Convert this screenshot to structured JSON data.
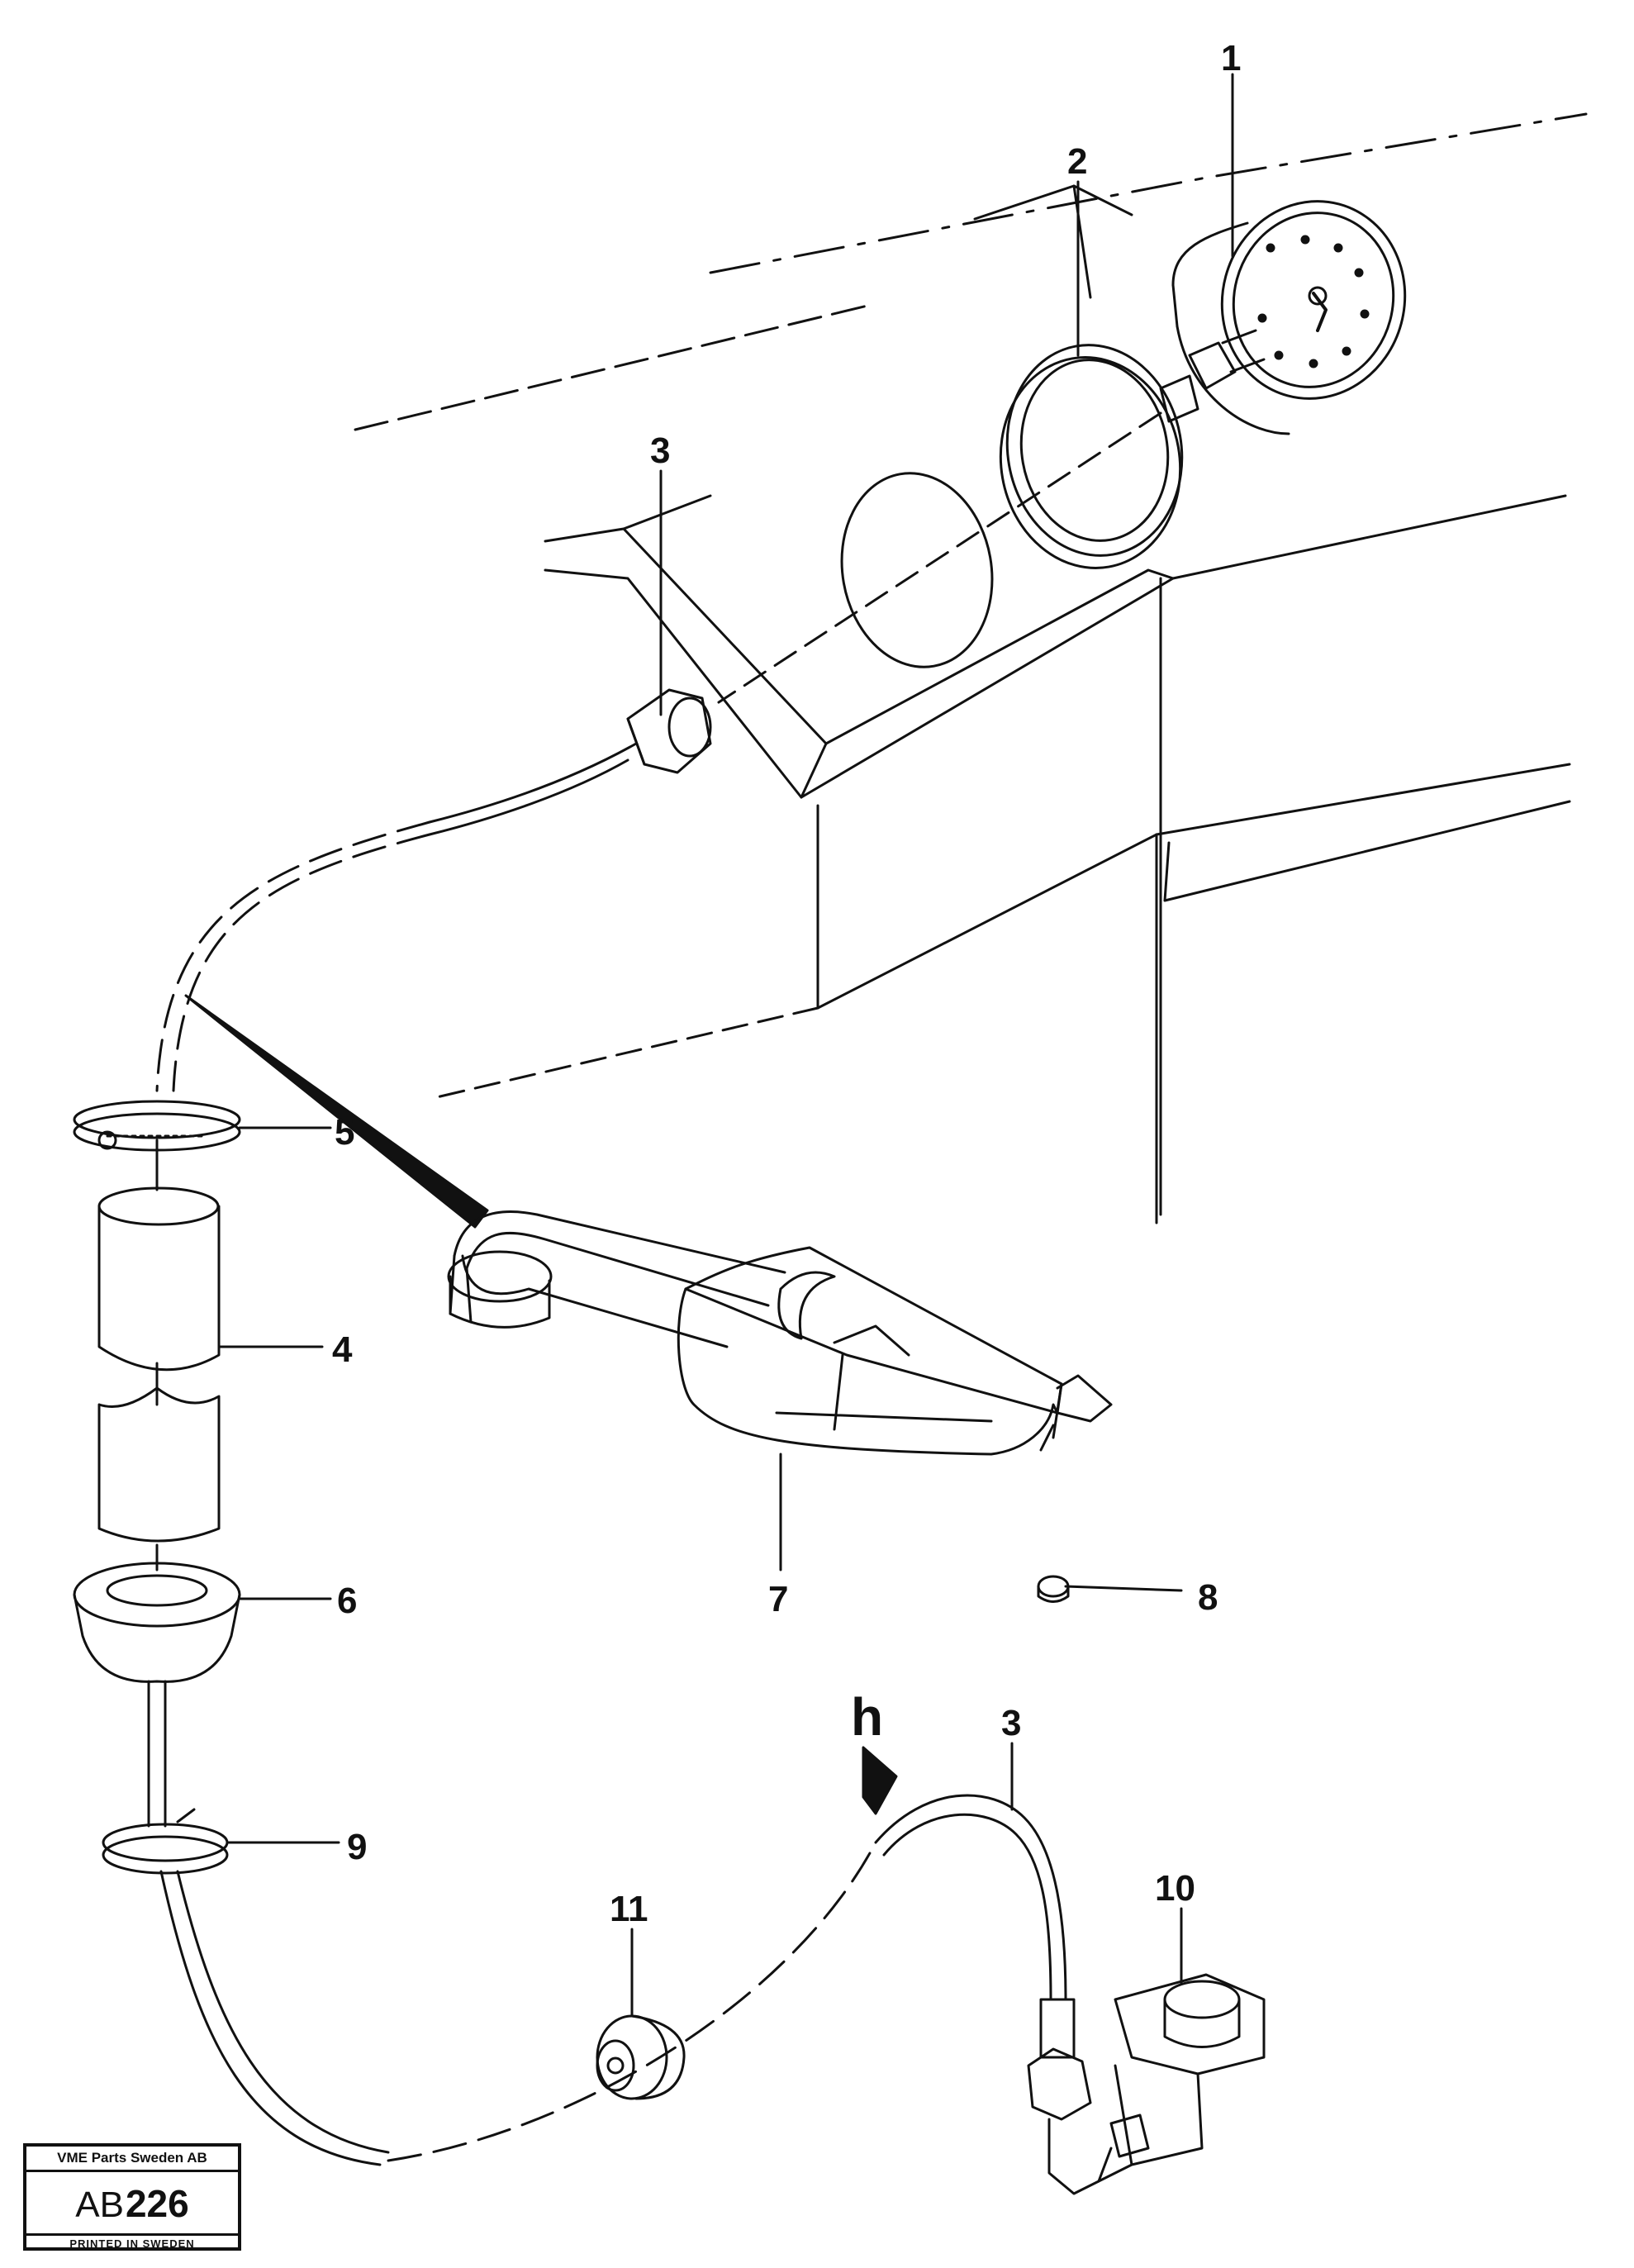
{
  "diagram": {
    "callouts": {
      "c1": "1",
      "c2": "2",
      "c3_top": "3",
      "c3_bottom": "3",
      "c4": "4",
      "c5": "5",
      "c6": "6",
      "c7": "7",
      "c8": "8",
      "c9": "9",
      "c10": "10",
      "c11": "11",
      "ch": "h"
    },
    "line_color": "#111111",
    "background": "#ffffff"
  },
  "stamp": {
    "company": "VME Parts Sweden AB",
    "code_prefix": "AB",
    "code_number": "226",
    "printed": "PRINTED IN SWEDEN"
  }
}
